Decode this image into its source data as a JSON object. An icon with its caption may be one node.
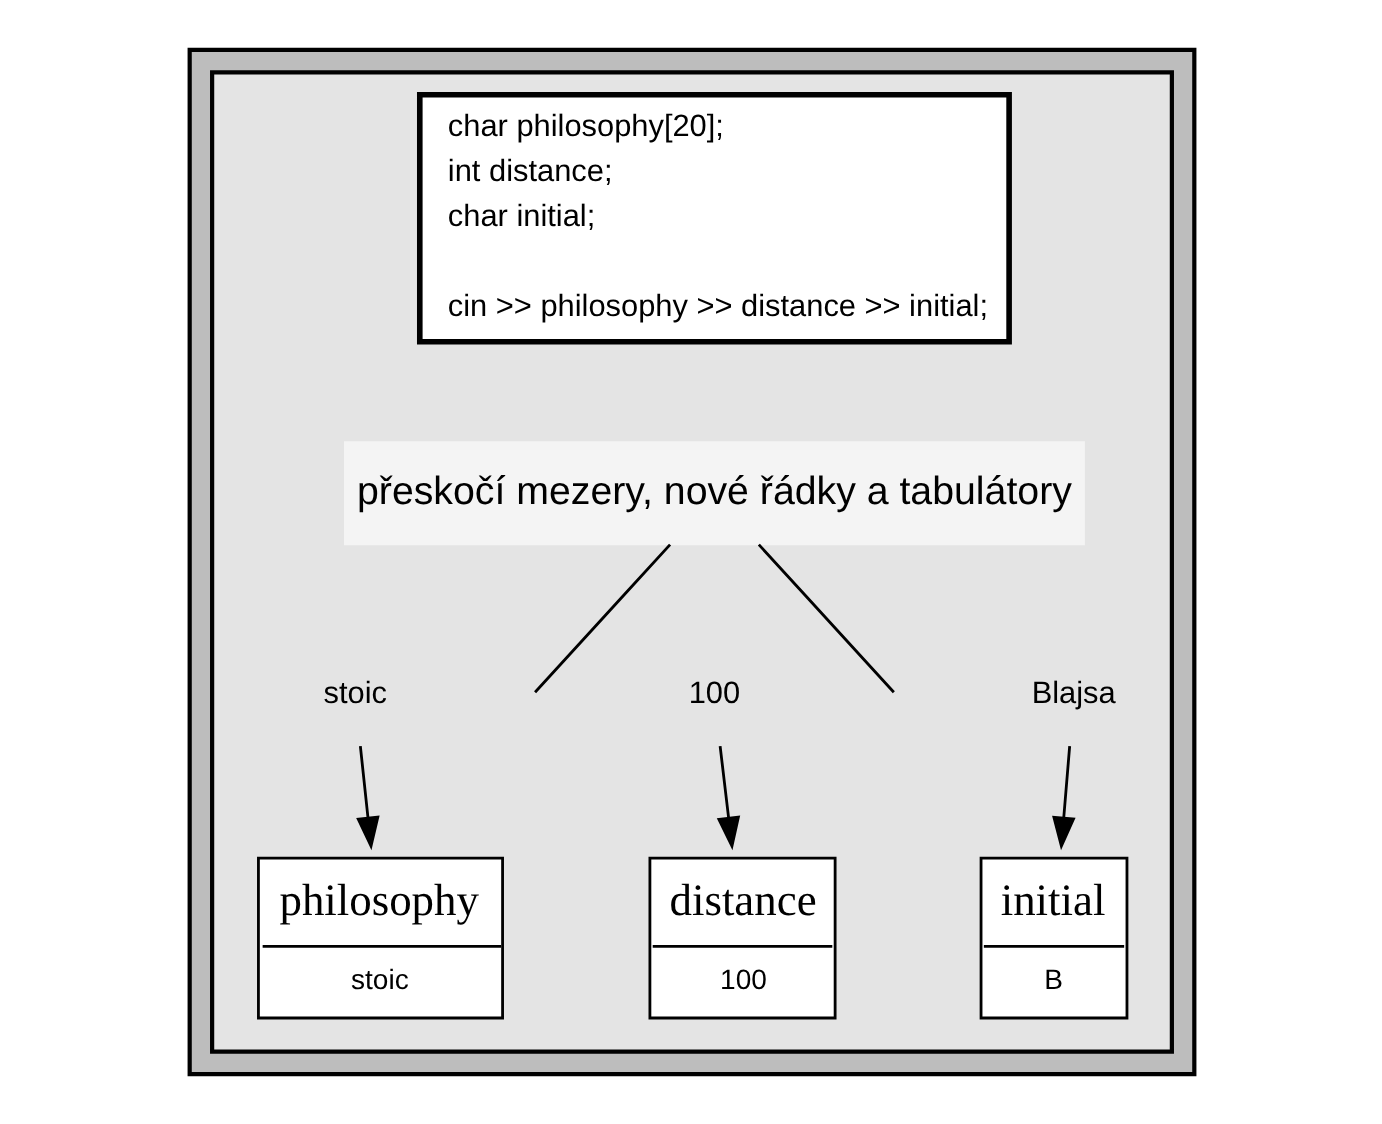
{
  "diagram": {
    "nodes": [
      {
        "text": [],
        "shape": "box"
      },
      {
        "text": [],
        "shape": "box",
        "in": 0
      },
      {
        "text": [
          "char philosophy[20];",
          "int distance;",
          "char initial;",
          "cin >> philosophy >> distance >> initial;"
        ],
        "in": 1
      },
      {
        "text": [
          "přeskočí mezery, nové řádky a tabulátory"
        ],
        "in": 1
      },
      {
        "text": [
          "stoic"
        ],
        "in": 1
      },
      {
        "text": [
          "100"
        ],
        "in": 1
      },
      {
        "text": [
          "Blajsa"
        ],
        "in": 1
      },
      {
        "text": [
          "philosophy",
          "stoic"
        ],
        "in": 1
      },
      {
        "text": [
          "distance",
          "100"
        ],
        "in": 1
      },
      {
        "text": [
          "initial",
          "B"
        ],
        "in": 1
      }
    ],
    "edges": [
      {
        "from": 3,
        "to": null,
        "arrow": "none"
      },
      {
        "from": 3,
        "to": null,
        "arrow": "none"
      },
      {
        "from": 4,
        "to": 7,
        "arrow": "to"
      },
      {
        "from": 5,
        "to": 8,
        "arrow": "to"
      },
      {
        "from": 6,
        "to": 9,
        "arrow": "to"
      }
    ]
  }
}
